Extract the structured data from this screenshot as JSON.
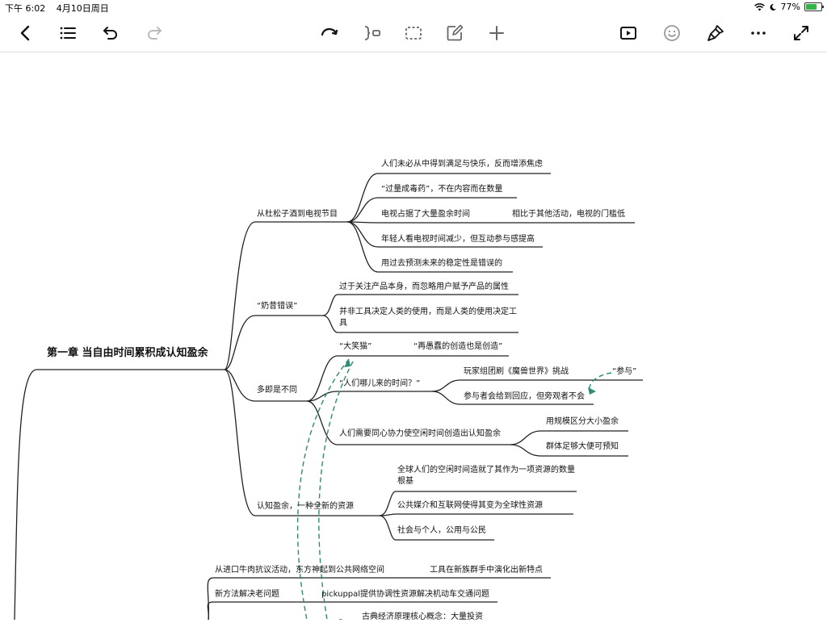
{
  "status_bar": {
    "time": "下午 6:02",
    "date": "4月10日周日",
    "battery": "77%"
  },
  "toolbar": {
    "left": [
      "back-icon",
      "outline-list-icon",
      "undo-icon",
      "redo-icon"
    ],
    "center": [
      "reroute-icon",
      "summary-bracket-icon",
      "boundary-box-icon",
      "note-edit-icon",
      "add-icon"
    ],
    "right": [
      "presentation-icon",
      "emoji-icon",
      "brush-style-icon",
      "more-icon",
      "fullscreen-icon"
    ]
  },
  "colors": {
    "line": "#222222",
    "relation": "#2e8a74",
    "background": "#ffffff"
  },
  "mindmap": {
    "root": "第一章 当自由时间累积成认知盈余",
    "b1": {
      "label": "从杜松子酒到电视节目",
      "c1": "人们未必从中得到满足与快乐，反而增添焦虑",
      "c2": "“过量成毒药”，不在内容而在数量",
      "c3": "电视占据了大量盈余时间",
      "c3_sub": "相比于其他活动，电视的门槛低",
      "c4": "年轻人看电视时间减少，但互动参与感提高",
      "c5": "用过去预测未来的稳定性是错误的"
    },
    "b2": {
      "label": "“奶昔错误”",
      "c1": "过于关注产品本身，而忽略用户赋予产品的属性",
      "c2": "并非工具决定人类的使用，而是人类的使用决定工具"
    },
    "b3": {
      "label": "多即是不同",
      "c1": "“大笑猫”",
      "c1_sub": "“再愚蠢的创造也是创造”",
      "c2": "“人们哪儿来的时间？”",
      "c2_a": "玩家组团刷《魔兽世界》挑战",
      "c2_b": "参与者会给到回应，但旁观者不会",
      "c2_relation": "“参与”",
      "c3": "人们需要同心协力使空闲时间创造出认知盈余",
      "c3_a": "用规模区分大小盈余",
      "c3_b": "群体足够大便可预知"
    },
    "b4": {
      "label": "认知盈余，一种全新的资源",
      "c1": "全球人们的空闲时间造就了其作为一项资源的数量根基",
      "c2": "公共媒介和互联网使得其变为全球性资源",
      "c3": "社会与个人，公用与公民"
    },
    "lower": {
      "n1": "从进口牛肉抗议活动，东方神起到公共网络空间",
      "n1_sub": "工具在新族群手中演化出新特点",
      "n2": "新方法解决老问题",
      "n2_sub": "pickuppal提供协调性资源解决机动车交通问题",
      "n3": "古典经济原理核心概念：大量投资"
    }
  }
}
